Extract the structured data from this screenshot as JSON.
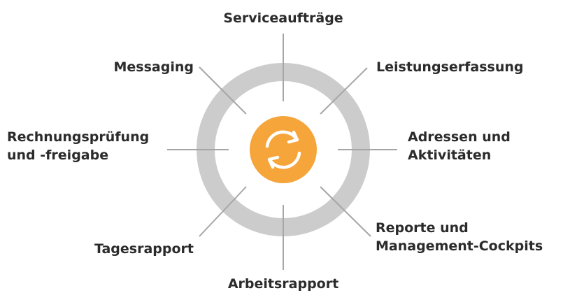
{
  "diagram": {
    "center_icon": "refresh-cycle-icon",
    "colors": {
      "ring": "#cccccc",
      "connector": "#a6a6a6",
      "center": "#f5a53a",
      "icon": "#ffffff",
      "text": "#2b2b2b"
    },
    "labels": {
      "top": "Serviceaufträge",
      "top_right": "Leistungserfassung",
      "right_1": "Adressen und",
      "right_2": "Aktivitäten",
      "bottom_right_1": "Reporte und",
      "bottom_right_2": "Management-Cockpits",
      "bottom": "Arbeitsrapport",
      "bottom_left": "Tagesrapport",
      "left_1": "Rechnungsprüfung",
      "left_2": "und -freigabe",
      "top_left": "Messaging"
    }
  }
}
